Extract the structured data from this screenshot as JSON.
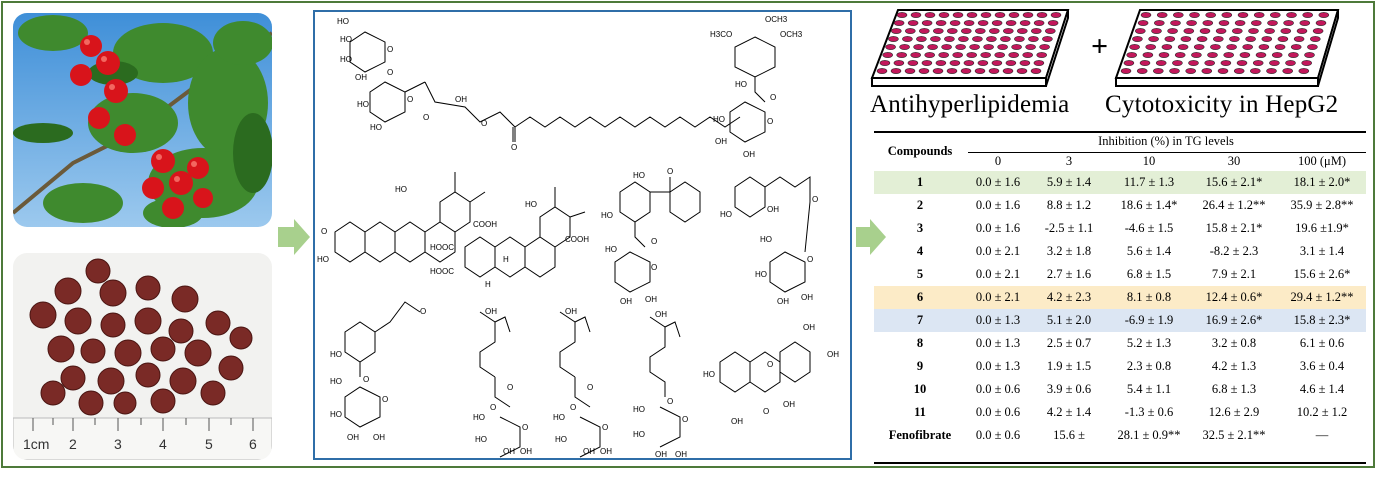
{
  "plates": {
    "label_left": "Antihyperlipidemia",
    "plus": "+",
    "label_right": "Cytotoxicity in HepG2"
  },
  "photo_ruler": {
    "unit": "1cm",
    "ticks": [
      "2",
      "3",
      "4",
      "5",
      "6"
    ]
  },
  "table": {
    "row_header": "Compounds",
    "group_header": "Inhibition (%) in TG levels",
    "concentrations": [
      "0",
      "3",
      "10",
      "30",
      "100 (μM)"
    ],
    "rows": [
      {
        "compound": "1",
        "values": [
          "0.0 ± 1.6",
          "5.9 ± 1.4",
          "11.7 ± 1.3",
          "15.6 ± 2.1*",
          "18.1 ± 2.0*"
        ]
      },
      {
        "compound": "2",
        "values": [
          "0.0 ± 1.6",
          "8.8 ± 1.2",
          "18.6 ± 1.4*",
          "26.4 ± 1.2**",
          "35.9 ± 2.8**"
        ]
      },
      {
        "compound": "3",
        "values": [
          "0.0 ± 1.6",
          "-2.5 ± 1.1",
          "-4.6 ± 1.5",
          "15.8 ± 2.1*",
          "19.6 ±1.9*"
        ]
      },
      {
        "compound": "4",
        "values": [
          "0.0 ± 2.1",
          "3.2 ± 1.8",
          "5.6 ± 1.4",
          "-8.2 ± 2.3",
          "3.1 ± 1.4"
        ]
      },
      {
        "compound": "5",
        "values": [
          "0.0 ± 2.1",
          "2.7 ± 1.6",
          "6.8 ± 1.5",
          "7.9 ± 2.1",
          "15.6 ± 2.6*"
        ]
      },
      {
        "compound": "6",
        "values": [
          "0.0 ± 2.1",
          "4.2 ± 2.3",
          "8.1 ± 0.8",
          "12.4 ± 0.6*",
          "29.4 ± 1.2**"
        ]
      },
      {
        "compound": "7",
        "values": [
          "0.0 ± 1.3",
          "5.1 ± 2.0",
          "-6.9 ± 1.9",
          "16.9 ± 2.6*",
          "15.8 ± 2.3*"
        ]
      },
      {
        "compound": "8",
        "values": [
          "0.0 ± 1.3",
          "2.5 ± 0.7",
          "5.2 ± 1.3",
          "3.2 ± 0.8",
          "6.1 ± 0.6"
        ]
      },
      {
        "compound": "9",
        "values": [
          "0.0 ± 1.3",
          "1.9 ± 1.5",
          "2.3 ± 0.8",
          "4.2 ± 1.3",
          "3.6 ± 0.4"
        ]
      },
      {
        "compound": "10",
        "values": [
          "0.0 ± 0.6",
          "3.9 ± 0.6",
          "5.4 ± 1.1",
          "6.8 ± 1.3",
          "4.6 ± 1.4"
        ]
      },
      {
        "compound": "11",
        "values": [
          "0.0 ± 0.6",
          "4.2 ± 1.4",
          "-1.3 ± 0.6",
          "12.6 ± 2.9",
          "10.2 ± 1.2"
        ]
      },
      {
        "compound": "Fenofibrate",
        "values": [
          "0.0 ± 0.6",
          "15.6 ±",
          "28.1 ± 0.9**",
          "32.5 ± 2.1**",
          "—"
        ]
      }
    ]
  },
  "highlights": {
    "1": "#e3efd6",
    "6": "#fcebc7",
    "7": "#dce6f3"
  },
  "molecule_labels": {
    "m1": [
      "HO",
      "HO",
      "HO",
      "O",
      "OH",
      "O",
      "HO",
      "O",
      "OH",
      "O",
      "O",
      "HO",
      "O"
    ],
    "m1b": [
      "OCH3",
      "H3CO",
      "OCH3",
      "O",
      "HO",
      "O",
      "HO",
      "OH",
      "OH"
    ],
    "m2": [
      "HO",
      "COOH",
      "O",
      "HO"
    ],
    "m3": [
      "HO",
      "HOOC",
      "HOOC",
      "COOH",
      "H",
      "H"
    ],
    "m4": [
      "HO",
      "O",
      "HO",
      "HO",
      "O",
      "O",
      "OH",
      "OH"
    ],
    "m5": [
      "OH",
      "HO",
      "O",
      "HO",
      "HO",
      "O",
      "OH",
      "OH"
    ],
    "m6": [
      "O",
      "HO",
      "O",
      "HO",
      "O",
      "HO",
      "OH",
      "OH"
    ],
    "m7": [
      "OH",
      "O",
      "O",
      "HO",
      "O",
      "HO",
      "OH",
      "OH"
    ],
    "m8": [
      "OH",
      "O",
      "O",
      "HO",
      "O",
      "HO",
      "OH",
      "OH"
    ],
    "m9": [
      "OH",
      "O",
      "HO",
      "O",
      "HO",
      "OH",
      "OH"
    ],
    "m10": [
      "OH",
      "OH",
      "HO",
      "O",
      "OH",
      "OH",
      "O"
    ]
  }
}
